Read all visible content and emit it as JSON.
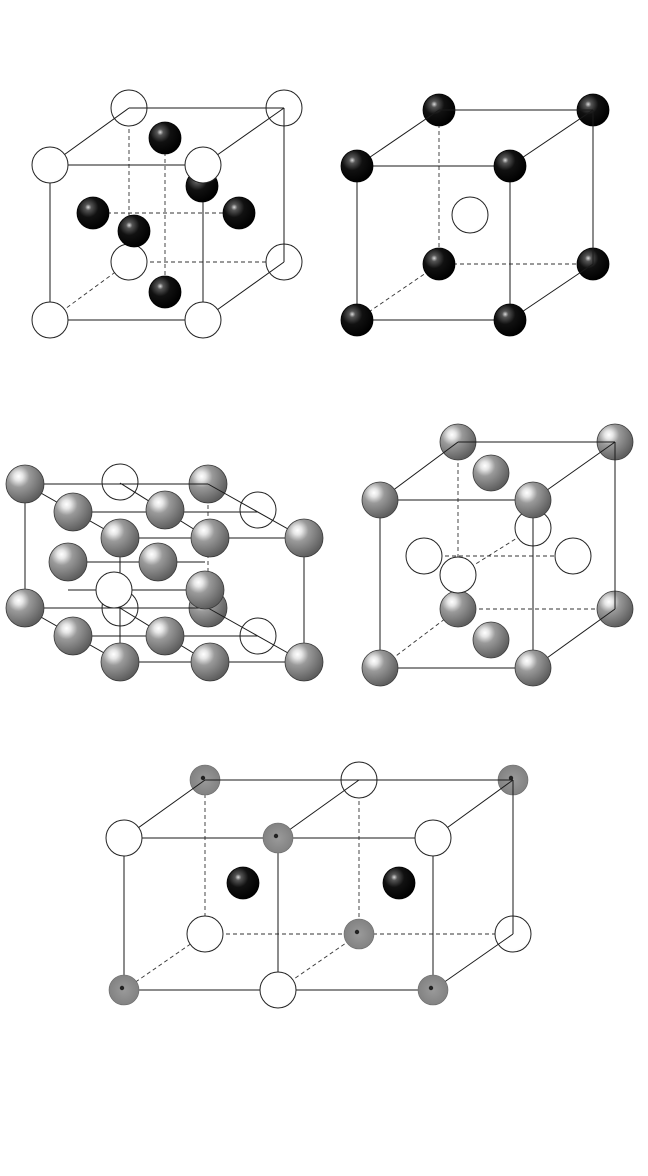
{
  "colors": {
    "background": "#ffffff",
    "edge": "#1a1a1a",
    "hidden_edge": "#333333",
    "atom_white_fill": "#ffffff",
    "atom_white_stroke": "#222222",
    "atom_black": "#0d0d0d",
    "atom_black_highlight": "#cfcfcf",
    "atom_gray": "#7a7a7a",
    "atom_gray_highlight": "#f4f4f4",
    "atom_dot_gray": "#8c8c8c",
    "atom_dot_center": "#222222"
  },
  "atom_types": [
    "white",
    "black",
    "gray",
    "dot-gray"
  ],
  "diagrams": [
    {
      "id": "cube-white-corners-black-face-centers",
      "corner_atoms": "white",
      "inner_atoms": "black"
    },
    {
      "id": "cube-black-corners-white-body-center",
      "corner_atoms": "black",
      "inner_atoms": "white"
    },
    {
      "id": "hexagonal-gray-white-layers",
      "corner_atoms": "gray",
      "inner_atoms": "white"
    },
    {
      "id": "cube-gray-corners-white-face-centers",
      "corner_atoms": "gray",
      "inner_atoms": "white"
    },
    {
      "id": "double-cell-dot-gray-white-black",
      "corner_atoms": "dot-gray",
      "inner_atoms": "black"
    }
  ]
}
